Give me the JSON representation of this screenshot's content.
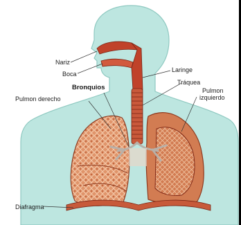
{
  "labels": {
    "nariz": "Nariz",
    "boca": "Boca",
    "bronquios": "Bronquios",
    "pulmon_derecho": "Pulmon derecho",
    "laringe": "Laringe",
    "traquea": "Tráquea",
    "pulmon_izquierdo_1": "Pulmon",
    "pulmon_izquierdo_2": "izquierdo",
    "diafragma": "Diafragma"
  },
  "colors": {
    "body_fill": "#bde6e0",
    "body_outline": "#8fc9c1",
    "airway": "#c0422a",
    "airway_dark": "#7a2414",
    "lung": "#d98a5e",
    "lung_light": "#f0c0a0",
    "lung_dark": "#8e3a1f",
    "diaphragm": "#c75a3a",
    "leader": "#333333"
  }
}
